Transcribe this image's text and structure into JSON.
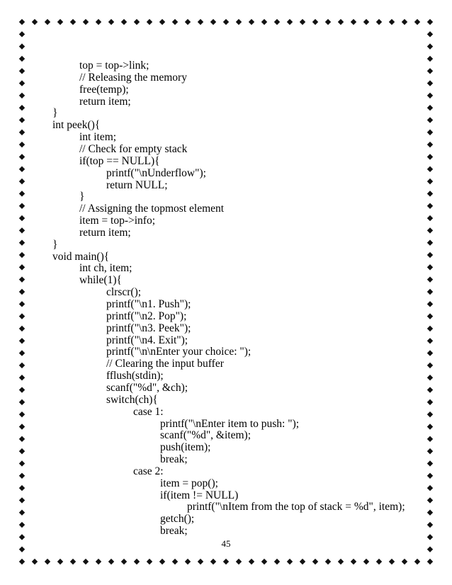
{
  "lines": [
    {
      "indent": 1,
      "text": "top = top->link;"
    },
    {
      "indent": 1,
      "text": "// Releasing the memory"
    },
    {
      "indent": 1,
      "text": "free(temp);"
    },
    {
      "indent": 1,
      "text": "return item;"
    },
    {
      "indent": 0,
      "text": "}"
    },
    {
      "indent": 0,
      "text": "int peek(){"
    },
    {
      "indent": 1,
      "text": "int item;"
    },
    {
      "indent": 1,
      "text": "// Check for empty stack"
    },
    {
      "indent": 1,
      "text": "if(top == NULL){"
    },
    {
      "indent": 2,
      "text": "printf(\"\\nUnderflow\");"
    },
    {
      "indent": 2,
      "text": "return NULL;"
    },
    {
      "indent": 1,
      "text": "}"
    },
    {
      "indent": 1,
      "text": "// Assigning the topmost element"
    },
    {
      "indent": 1,
      "text": "item = top->info;"
    },
    {
      "indent": 1,
      "text": "return item;"
    },
    {
      "indent": 0,
      "text": "}"
    },
    {
      "indent": 0,
      "text": "void main(){"
    },
    {
      "indent": 1,
      "text": "int ch, item;"
    },
    {
      "indent": 1,
      "text": "while(1){"
    },
    {
      "indent": 2,
      "text": "clrscr();"
    },
    {
      "indent": 2,
      "text": "printf(\"\\n1. Push\");"
    },
    {
      "indent": 2,
      "text": "printf(\"\\n2. Pop\");"
    },
    {
      "indent": 2,
      "text": "printf(\"\\n3. Peek\");"
    },
    {
      "indent": 2,
      "text": "printf(\"\\n4. Exit\");"
    },
    {
      "indent": 2,
      "text": "printf(\"\\n\\nEnter your choice: \");"
    },
    {
      "indent": 2,
      "text": "// Clearing the input buffer"
    },
    {
      "indent": 2,
      "text": "fflush(stdin);"
    },
    {
      "indent": 2,
      "text": "scanf(\"%d\", &ch);"
    },
    {
      "indent": 2,
      "text": "switch(ch){"
    },
    {
      "indent": 3,
      "text": "case 1:"
    },
    {
      "indent": 4,
      "text": "printf(\"\\nEnter item to push: \");"
    },
    {
      "indent": 4,
      "text": "scanf(\"%d\", &item);"
    },
    {
      "indent": 4,
      "text": "push(item);"
    },
    {
      "indent": 4,
      "text": "break;"
    },
    {
      "indent": 3,
      "text": "case 2:"
    },
    {
      "indent": 4,
      "text": "item = pop();"
    },
    {
      "indent": 4,
      "text": "if(item != NULL)"
    },
    {
      "indent": 5,
      "text": "printf(\"\\nItem from the top of stack = %d\", item);"
    },
    {
      "indent": 4,
      "text": "getch();"
    },
    {
      "indent": 4,
      "text": "break;"
    }
  ],
  "page_number": "45"
}
